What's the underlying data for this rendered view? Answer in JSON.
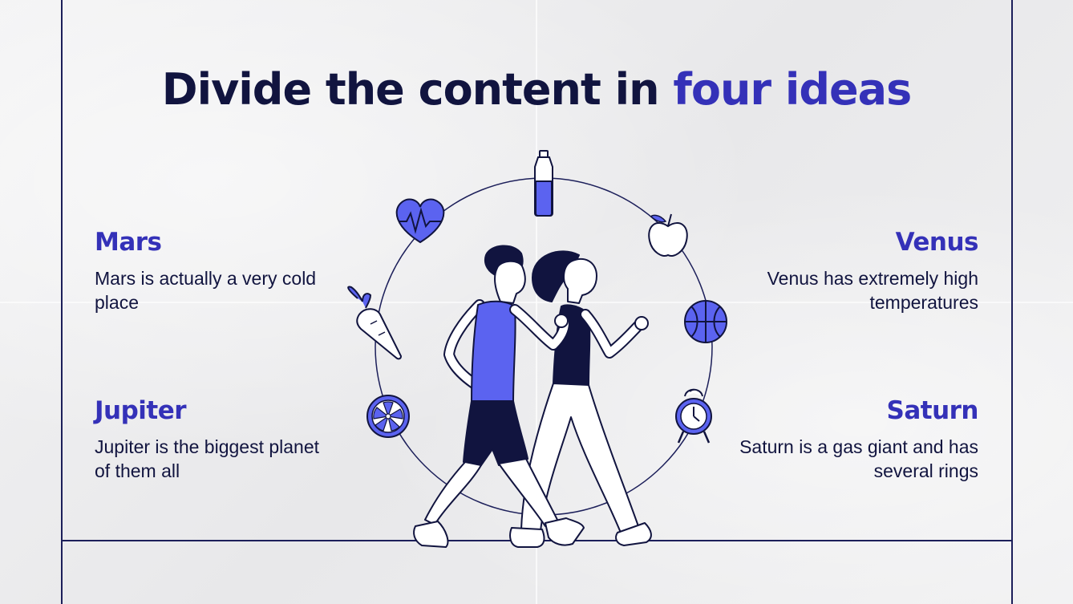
{
  "title": {
    "main": "Divide the content in ",
    "accent": "four ideas"
  },
  "ideas": [
    {
      "title": "Mars",
      "text": "Mars is actually a very cold place"
    },
    {
      "title": "Venus",
      "text": "Venus has extremely high temperatures"
    },
    {
      "title": "Jupiter",
      "text": "Jupiter is the biggest planet of them all"
    },
    {
      "title": "Saturn",
      "text": "Saturn is a gas giant and has several rings"
    }
  ],
  "colors": {
    "navy": "#11143f",
    "accent": "#3431b8",
    "accent_light": "#5b63f0",
    "background": "#efeff0"
  },
  "icons": [
    "water-bottle-icon",
    "heart-pulse-icon",
    "apple-icon",
    "carrot-icon",
    "basketball-icon",
    "lemon-slice-icon",
    "alarm-clock-icon"
  ]
}
